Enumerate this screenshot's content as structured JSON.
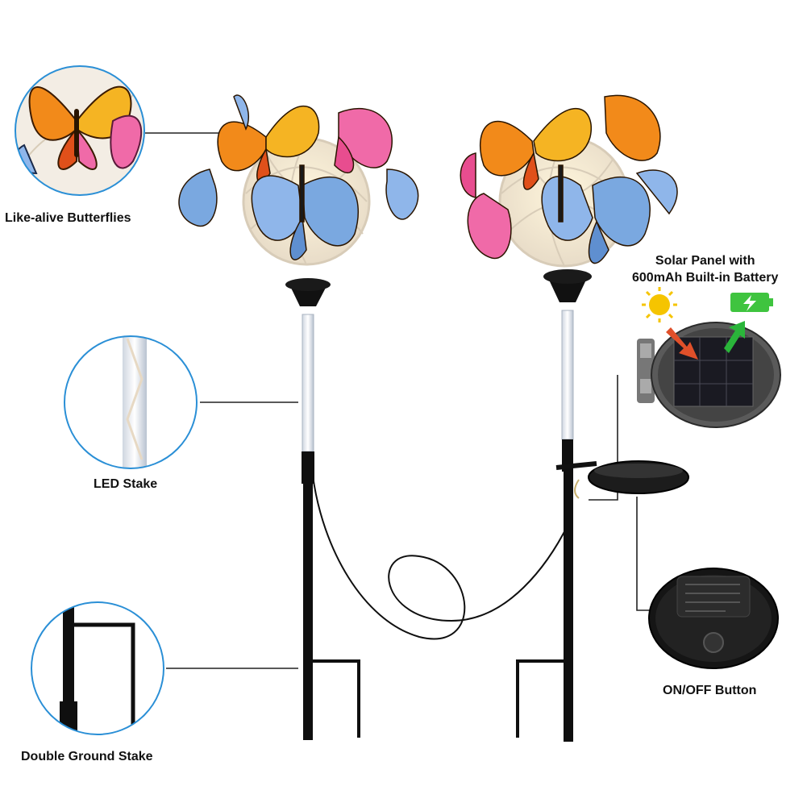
{
  "labels": {
    "butterflies": "Like-alive Butterflies",
    "led_stake": "LED Stake",
    "ground_stake": "Double Ground Stake",
    "onoff": "ON/OFF Button",
    "solar_line1": "Solar Panel with",
    "solar_line2": "600mAh Built-in Battery"
  },
  "colors": {
    "callout_circle": "#2a8fd6",
    "stake": "#0f0f0f",
    "sun": "#f5c400",
    "battery": "#3fc43f",
    "arrow_in": "#e0502a",
    "arrow_out": "#2ab53a",
    "butterfly_orange": "#f28a1a",
    "butterfly_pink": "#f06aa8",
    "butterfly_blue": "#7aa8e0"
  },
  "icons": [
    "sun-icon",
    "battery-charging-icon"
  ]
}
